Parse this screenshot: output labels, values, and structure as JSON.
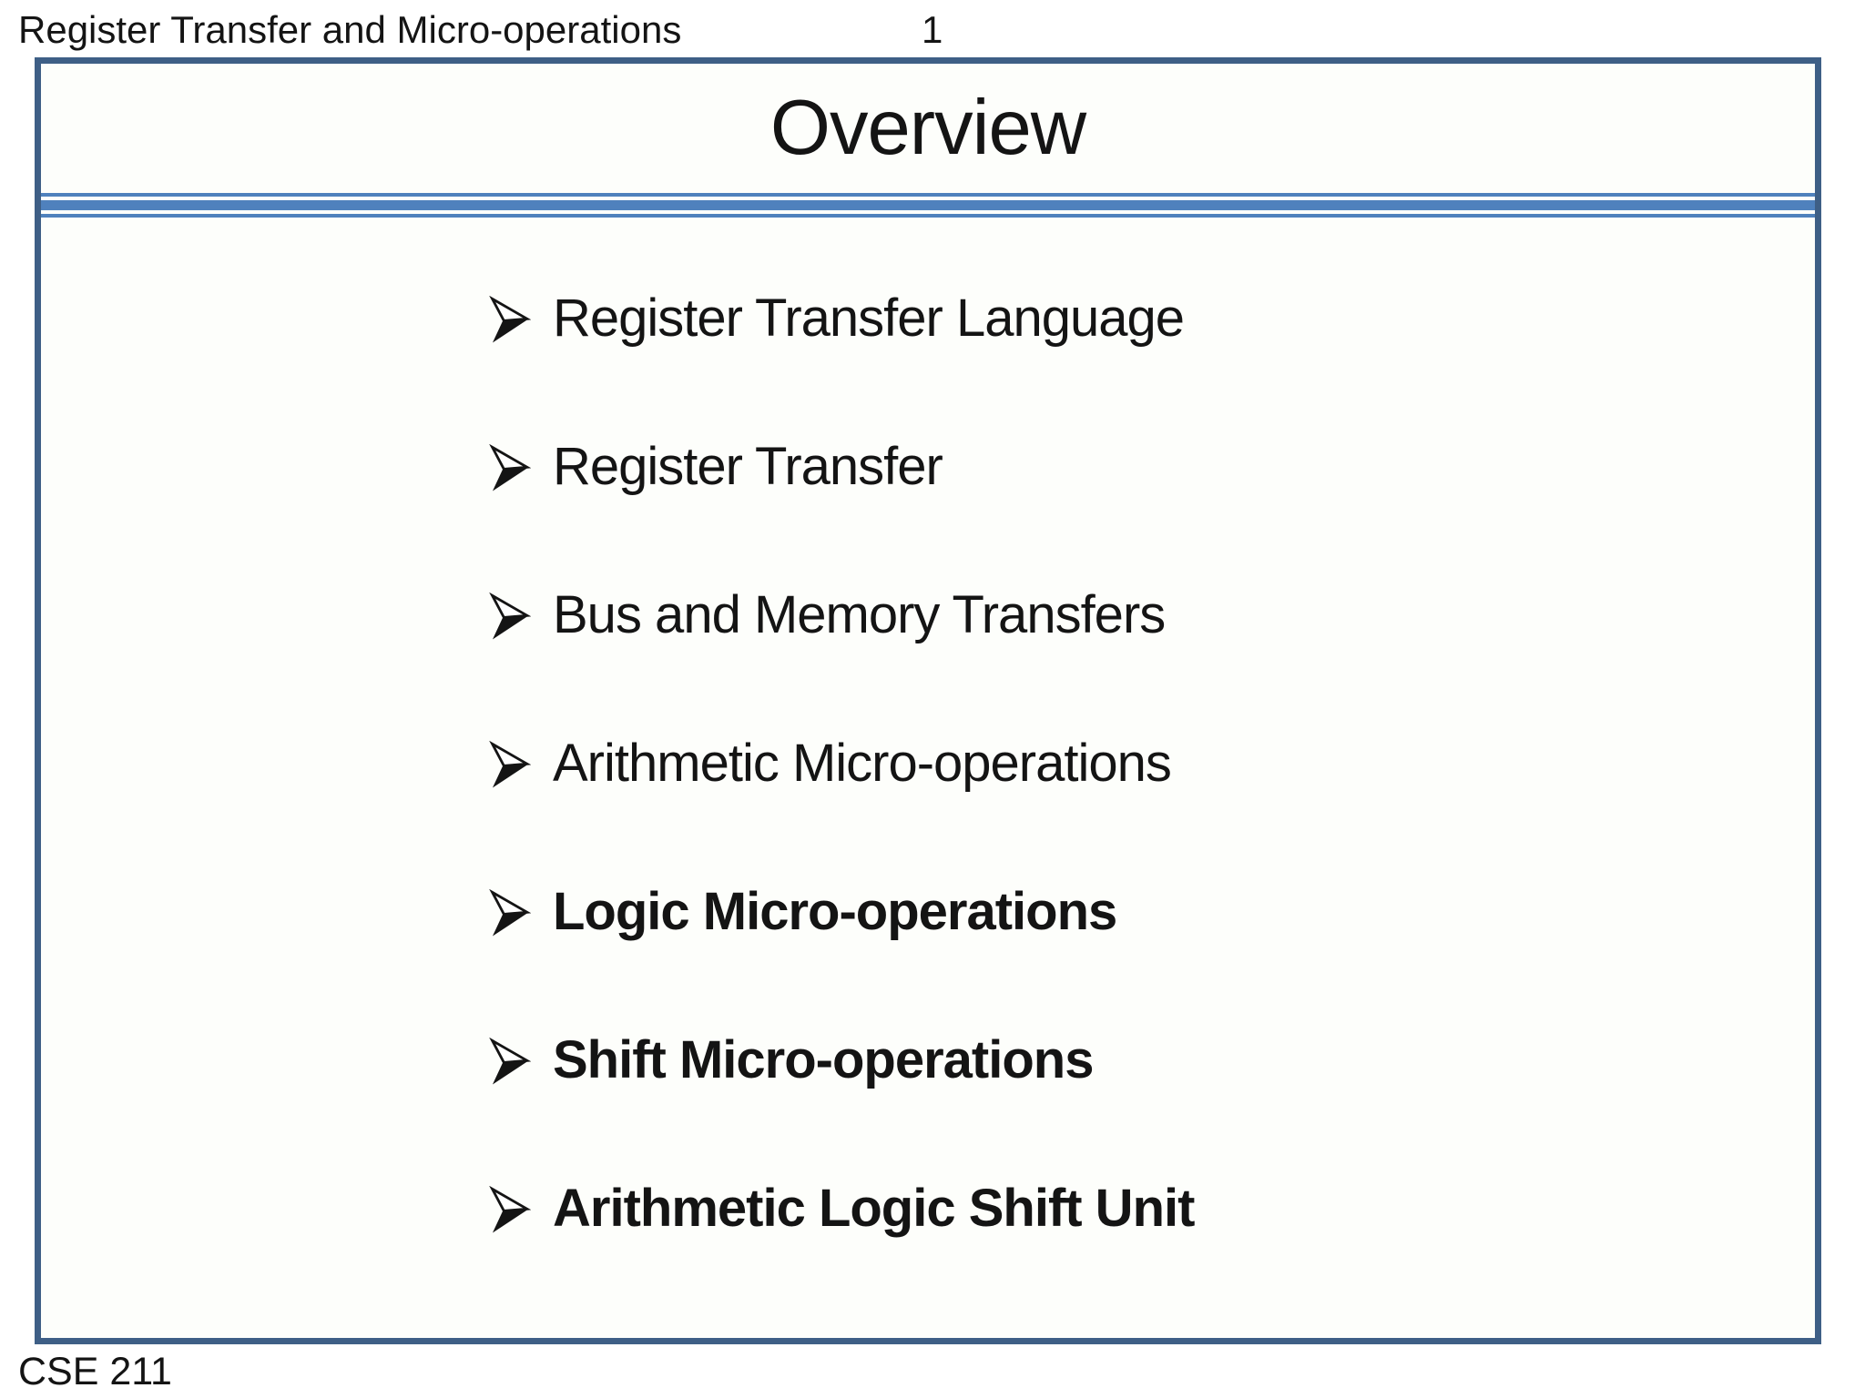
{
  "page": {
    "header_title": "Register Transfer and Micro-operations",
    "page_number": "1",
    "footer": "CSE 211"
  },
  "slide": {
    "title": "Overview",
    "bullet_icon": "arrow-bullet",
    "items": [
      {
        "label": "Register Transfer Language",
        "bold": false
      },
      {
        "label": "Register Transfer",
        "bold": false
      },
      {
        "label": "Bus and Memory Transfers",
        "bold": false
      },
      {
        "label": "Arithmetic Micro-operations",
        "bold": false
      },
      {
        "label": "Logic Micro-operations",
        "bold": true
      },
      {
        "label": "Shift Micro-operations",
        "bold": true
      },
      {
        "label": "Arithmetic Logic Shift Unit",
        "bold": true
      }
    ]
  },
  "colors": {
    "border": "#3E5F86",
    "divider": "#4F81BD",
    "text": "#141414",
    "slide_bg": "#FDFEFB",
    "page_bg": "#FFFFFF"
  }
}
